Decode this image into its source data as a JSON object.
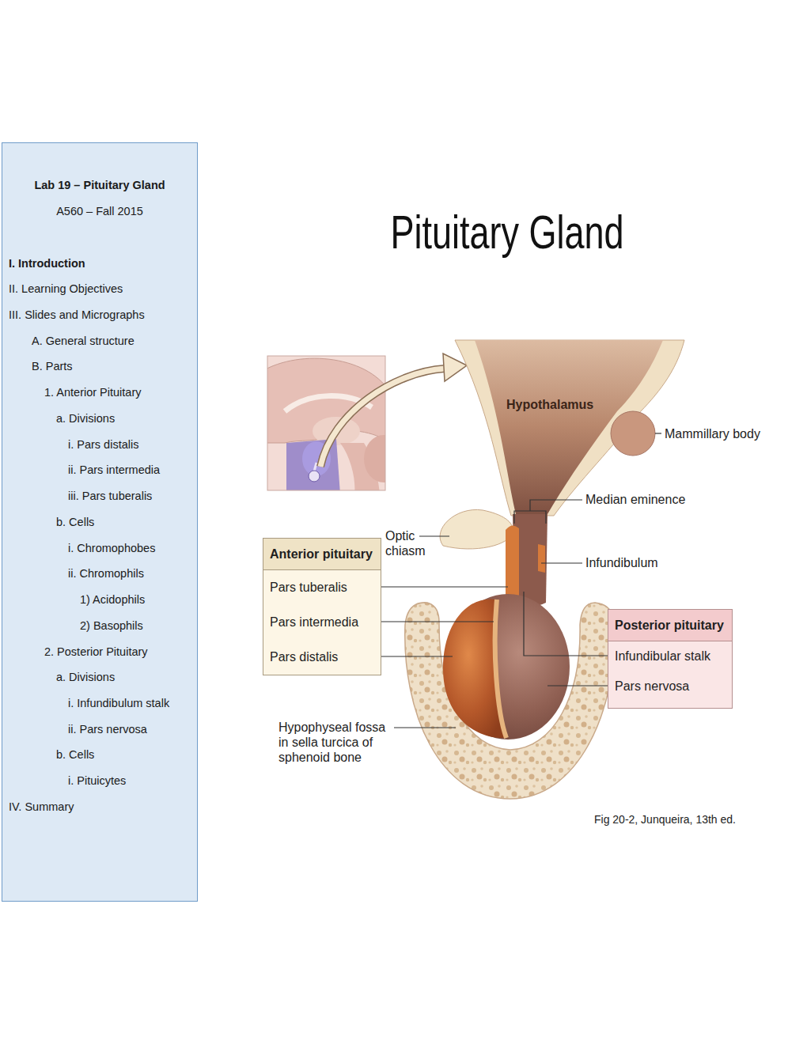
{
  "diagram": {
    "title": "Pituitary Gland",
    "caption": "Fig 20-2, Junqueira, 13th ed.",
    "nodes": [
      {
        "text": [
          "Lab 19 – Pituitary Gland",
          "A560 – Fall 2015",
          "I. Introduction",
          "II. Learning Objectives",
          "III. Slides and Micrographs",
          "A. General structure",
          "B. Parts",
          "1. Anterior Pituitary",
          "a. Divisions",
          "i. Pars distalis",
          "ii. Pars intermedia",
          "iii. Pars tuberalis",
          "b. Cells",
          "i. Chromophobes",
          "ii. Chromophils",
          "1) Acidophils",
          "2) Basophils",
          "2. Posterior Pituitary",
          "a. Divisions",
          "i. Infundibulum stalk",
          "ii. Pars nervosa",
          "b. Cells",
          "i. Pituicytes",
          "IV. Summary"
        ]
      },
      {
        "text": [
          "Anterior pituitary",
          "Pars tuberalis",
          "Pars intermedia",
          "Pars distalis"
        ]
      },
      {
        "text": [
          "Posterior pituitary",
          "Infundibular stalk",
          "Pars nervosa"
        ]
      }
    ],
    "labels": [
      "Hypothalamus",
      "Mammillary body",
      "Median eminence",
      "Optic chiasm",
      "Infundibulum",
      "Hypophyseal fossa in sella turcica of sphenoid bone"
    ]
  }
}
